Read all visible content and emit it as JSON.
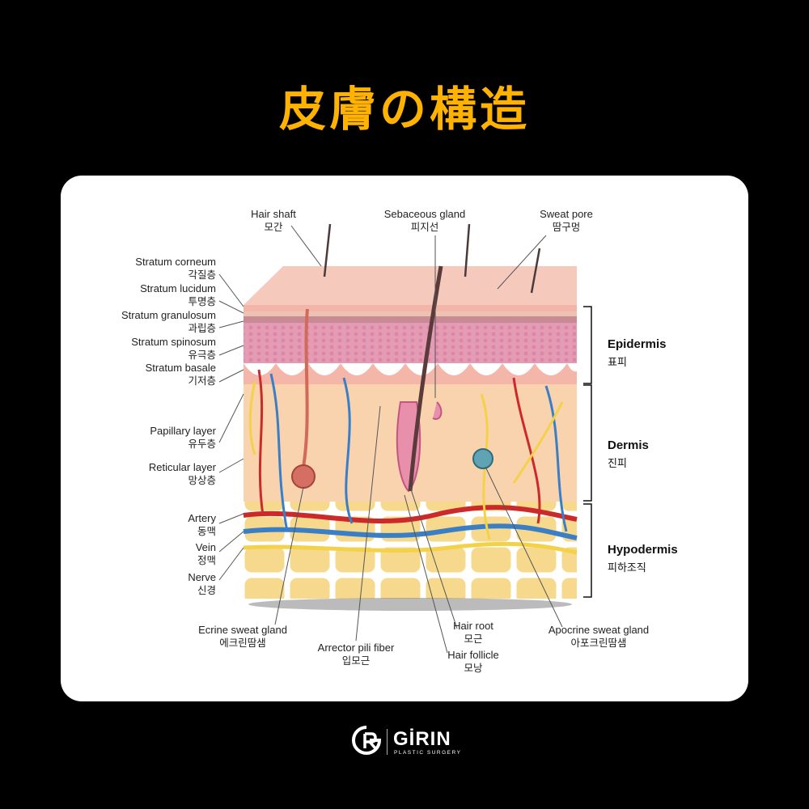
{
  "title": "皮膚の構造",
  "labels": {
    "hair_shaft": {
      "en": "Hair shaft",
      "ko": "모간"
    },
    "sebaceous_gland": {
      "en": "Sebaceous gland",
      "ko": "피지선"
    },
    "sweat_pore": {
      "en": "Sweat pore",
      "ko": "땀구멍"
    },
    "stratum_corneum": {
      "en": "Stratum corneum",
      "ko": "각질층"
    },
    "stratum_lucidum": {
      "en": "Stratum lucidum",
      "ko": "투명층"
    },
    "stratum_granulosum": {
      "en": "Stratum granulosum",
      "ko": "과립층"
    },
    "stratum_spinosum": {
      "en": "Stratum spinosum",
      "ko": "유극층"
    },
    "stratum_basale": {
      "en": "Stratum basale",
      "ko": "기저층"
    },
    "papillary_layer": {
      "en": "Papillary layer",
      "ko": "유두층"
    },
    "reticular_layer": {
      "en": "Reticular layer",
      "ko": "망상층"
    },
    "artery": {
      "en": "Artery",
      "ko": "동맥"
    },
    "vein": {
      "en": "Vein",
      "ko": "정맥"
    },
    "nerve": {
      "en": "Nerve",
      "ko": "신경"
    },
    "ecrine_sweat_gland": {
      "en": "Ecrine sweat gland",
      "ko": "에크린땀샘"
    },
    "arrector_pili": {
      "en": "Arrector pili fiber",
      "ko": "입모근"
    },
    "hair_root": {
      "en": "Hair root",
      "ko": "모근"
    },
    "hair_follicle": {
      "en": "Hair follicle",
      "ko": "모낭"
    },
    "apocrine_sweat_gland": {
      "en": "Apocrine sweat gland",
      "ko": "아포크린땀샘"
    }
  },
  "layers": {
    "epidermis": {
      "en": "Epidermis",
      "ko": "표피"
    },
    "dermis": {
      "en": "Dermis",
      "ko": "진피"
    },
    "hypodermis": {
      "en": "Hypodermis",
      "ko": "피하조직"
    }
  },
  "brand": {
    "name": "GİRIN",
    "sub": "PLASTIC SURGERY"
  },
  "colors": {
    "title": "#ffb300",
    "epidermis": "#e8a0b0",
    "dermis": "#f7cfa8",
    "hypodermis": "#f5d98a",
    "artery": "#cc2a2a",
    "vein": "#3a7fc6",
    "nerve": "#f3d24a"
  }
}
